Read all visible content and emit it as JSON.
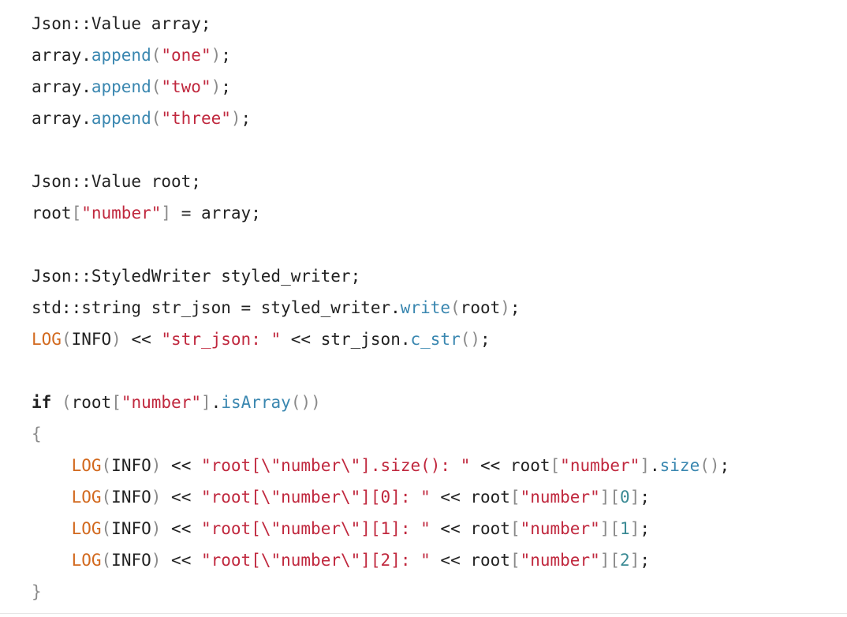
{
  "code": {
    "lines": [
      {
        "tokens": [
          {
            "t": "Json::Value array;",
            "c": "plain"
          }
        ]
      },
      {
        "tokens": [
          {
            "t": "array.",
            "c": "plain"
          },
          {
            "t": "append",
            "c": "fn"
          },
          {
            "t": "(",
            "c": "punc"
          },
          {
            "t": "\"one\"",
            "c": "str"
          },
          {
            "t": ")",
            "c": "punc"
          },
          {
            "t": ";",
            "c": "plain"
          }
        ]
      },
      {
        "tokens": [
          {
            "t": "array.",
            "c": "plain"
          },
          {
            "t": "append",
            "c": "fn"
          },
          {
            "t": "(",
            "c": "punc"
          },
          {
            "t": "\"two\"",
            "c": "str"
          },
          {
            "t": ")",
            "c": "punc"
          },
          {
            "t": ";",
            "c": "plain"
          }
        ]
      },
      {
        "tokens": [
          {
            "t": "array.",
            "c": "plain"
          },
          {
            "t": "append",
            "c": "fn"
          },
          {
            "t": "(",
            "c": "punc"
          },
          {
            "t": "\"three\"",
            "c": "str"
          },
          {
            "t": ")",
            "c": "punc"
          },
          {
            "t": ";",
            "c": "plain"
          }
        ]
      },
      {
        "tokens": []
      },
      {
        "tokens": [
          {
            "t": "Json::Value root;",
            "c": "plain"
          }
        ]
      },
      {
        "tokens": [
          {
            "t": "root",
            "c": "plain"
          },
          {
            "t": "[",
            "c": "punc"
          },
          {
            "t": "\"number\"",
            "c": "str"
          },
          {
            "t": "]",
            "c": "punc"
          },
          {
            "t": " = array;",
            "c": "plain"
          }
        ]
      },
      {
        "tokens": []
      },
      {
        "tokens": [
          {
            "t": "Json::StyledWriter styled_writer;",
            "c": "plain"
          }
        ]
      },
      {
        "tokens": [
          {
            "t": "std::string str_json = styled_writer.",
            "c": "plain"
          },
          {
            "t": "write",
            "c": "fn"
          },
          {
            "t": "(",
            "c": "punc"
          },
          {
            "t": "root",
            "c": "plain"
          },
          {
            "t": ")",
            "c": "punc"
          },
          {
            "t": ";",
            "c": "plain"
          }
        ]
      },
      {
        "tokens": [
          {
            "t": "LOG",
            "c": "macro"
          },
          {
            "t": "(",
            "c": "punc"
          },
          {
            "t": "INFO",
            "c": "plain"
          },
          {
            "t": ")",
            "c": "punc"
          },
          {
            "t": " << ",
            "c": "plain"
          },
          {
            "t": "\"str_json: \"",
            "c": "str"
          },
          {
            "t": " << str_json.",
            "c": "plain"
          },
          {
            "t": "c_str",
            "c": "fn"
          },
          {
            "t": "()",
            "c": "punc"
          },
          {
            "t": ";",
            "c": "plain"
          }
        ]
      },
      {
        "tokens": []
      },
      {
        "tokens": [
          {
            "t": "if",
            "c": "kw"
          },
          {
            "t": " ",
            "c": "plain"
          },
          {
            "t": "(",
            "c": "punc"
          },
          {
            "t": "root",
            "c": "plain"
          },
          {
            "t": "[",
            "c": "punc"
          },
          {
            "t": "\"number\"",
            "c": "str"
          },
          {
            "t": "]",
            "c": "punc"
          },
          {
            "t": ".",
            "c": "plain"
          },
          {
            "t": "isArray",
            "c": "fn"
          },
          {
            "t": "())",
            "c": "punc"
          }
        ]
      },
      {
        "tokens": [
          {
            "t": "{",
            "c": "punc"
          }
        ]
      },
      {
        "tokens": [
          {
            "t": "    ",
            "c": "plain"
          },
          {
            "t": "LOG",
            "c": "macro"
          },
          {
            "t": "(",
            "c": "punc"
          },
          {
            "t": "INFO",
            "c": "plain"
          },
          {
            "t": ")",
            "c": "punc"
          },
          {
            "t": " << ",
            "c": "plain"
          },
          {
            "t": "\"root[\\\"number\\\"].size(): \"",
            "c": "str"
          },
          {
            "t": " << root",
            "c": "plain"
          },
          {
            "t": "[",
            "c": "punc"
          },
          {
            "t": "\"number\"",
            "c": "str"
          },
          {
            "t": "]",
            "c": "punc"
          },
          {
            "t": ".",
            "c": "plain"
          },
          {
            "t": "size",
            "c": "fn"
          },
          {
            "t": "()",
            "c": "punc"
          },
          {
            "t": ";",
            "c": "plain"
          }
        ]
      },
      {
        "tokens": [
          {
            "t": "    ",
            "c": "plain"
          },
          {
            "t": "LOG",
            "c": "macro"
          },
          {
            "t": "(",
            "c": "punc"
          },
          {
            "t": "INFO",
            "c": "plain"
          },
          {
            "t": ")",
            "c": "punc"
          },
          {
            "t": " << ",
            "c": "plain"
          },
          {
            "t": "\"root[\\\"number\\\"][0]: \"",
            "c": "str"
          },
          {
            "t": " << root",
            "c": "plain"
          },
          {
            "t": "[",
            "c": "punc"
          },
          {
            "t": "\"number\"",
            "c": "str"
          },
          {
            "t": "][",
            "c": "punc"
          },
          {
            "t": "0",
            "c": "num"
          },
          {
            "t": "]",
            "c": "punc"
          },
          {
            "t": ";",
            "c": "plain"
          }
        ]
      },
      {
        "tokens": [
          {
            "t": "    ",
            "c": "plain"
          },
          {
            "t": "LOG",
            "c": "macro"
          },
          {
            "t": "(",
            "c": "punc"
          },
          {
            "t": "INFO",
            "c": "plain"
          },
          {
            "t": ")",
            "c": "punc"
          },
          {
            "t": " << ",
            "c": "plain"
          },
          {
            "t": "\"root[\\\"number\\\"][1]: \"",
            "c": "str"
          },
          {
            "t": " << root",
            "c": "plain"
          },
          {
            "t": "[",
            "c": "punc"
          },
          {
            "t": "\"number\"",
            "c": "str"
          },
          {
            "t": "][",
            "c": "punc"
          },
          {
            "t": "1",
            "c": "num"
          },
          {
            "t": "]",
            "c": "punc"
          },
          {
            "t": ";",
            "c": "plain"
          }
        ]
      },
      {
        "tokens": [
          {
            "t": "    ",
            "c": "plain"
          },
          {
            "t": "LOG",
            "c": "macro"
          },
          {
            "t": "(",
            "c": "punc"
          },
          {
            "t": "INFO",
            "c": "plain"
          },
          {
            "t": ")",
            "c": "punc"
          },
          {
            "t": " << ",
            "c": "plain"
          },
          {
            "t": "\"root[\\\"number\\\"][2]: \"",
            "c": "str"
          },
          {
            "t": " << root",
            "c": "plain"
          },
          {
            "t": "[",
            "c": "punc"
          },
          {
            "t": "\"number\"",
            "c": "str"
          },
          {
            "t": "][",
            "c": "punc"
          },
          {
            "t": "2",
            "c": "num"
          },
          {
            "t": "]",
            "c": "punc"
          },
          {
            "t": ";",
            "c": "plain"
          }
        ]
      },
      {
        "tokens": [
          {
            "t": "}",
            "c": "punc"
          }
        ]
      }
    ]
  },
  "colors": {
    "text": "#222222",
    "function": "#3a87b0",
    "string": "#c0283e",
    "punctuation": "#8a8a8a",
    "macro": "#d2691e",
    "number": "#3a8a94",
    "background": "#ffffff"
  }
}
